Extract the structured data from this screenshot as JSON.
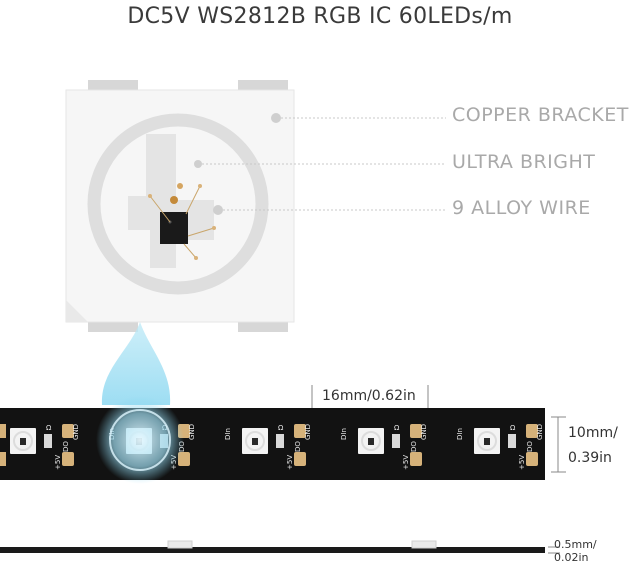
{
  "title": "DC5V WS2812B RGB IC 60LEDs/m",
  "callouts": {
    "copper_bracket": "COPPER BRACKET",
    "ultra_bright": "ULTRA BRIGHT",
    "alloy_wire": "9 ALLOY WIRE"
  },
  "dimensions": {
    "pitch": "16mm/0.62in",
    "width_mm": "10mm/",
    "width_in": "0.39in",
    "thickness_mm": "0.5mm/",
    "thickness_in": "0.02in"
  },
  "strip_labels": {
    "plus5v": "+5V",
    "din": "DIn",
    "dout": "DO",
    "gnd": "GND",
    "omega": "Ω"
  }
}
